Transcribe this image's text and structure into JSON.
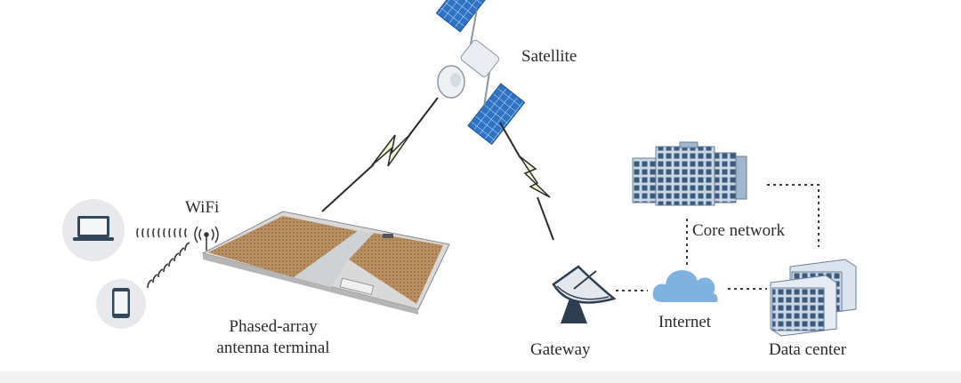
{
  "labels": {
    "satellite": "Satellite",
    "wifi": "WiFi",
    "terminal_line1": "Phased-array",
    "terminal_line2": "antenna terminal",
    "core_network": "Core network",
    "internet": "Internet",
    "gateway": "Gateway",
    "data_center": "Data center"
  },
  "icons": {
    "satellite": "satellite-icon",
    "laptop": "laptop-icon",
    "phone": "smartphone-icon",
    "antenna_terminal": "phased-array-terminal-icon",
    "dish": "satellite-dish-icon",
    "cloud": "cloud-icon",
    "core_building": "building-icon",
    "data_center_building": "server-building-icon"
  },
  "colors": {
    "link_fill": "#f2f5cf",
    "link_stroke": "#2a2a2a",
    "panel_tan": "#b98f62",
    "cloud_blue": "#7fb2de",
    "building_blue": "#9fb6cf",
    "device_circle": "#e7e9ec",
    "device_dark": "#33475b"
  }
}
